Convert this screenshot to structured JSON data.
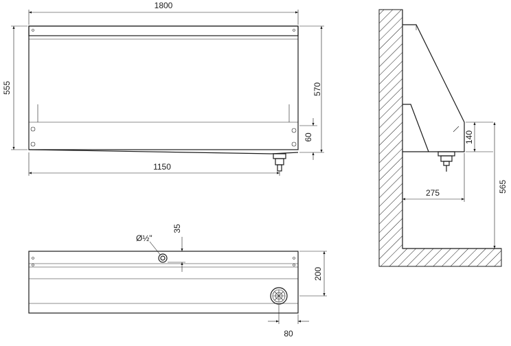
{
  "dimensions": {
    "overall_length": "1800",
    "front_height": "555",
    "back_height": "570",
    "drain_offset": "60",
    "drain_position": "1150",
    "inlet_diameter": "Ø½\"",
    "inlet_offset": "35",
    "top_depth": "200",
    "drain_setback": "80",
    "side_height": "140",
    "side_depth": "275",
    "floor_height": "565"
  }
}
